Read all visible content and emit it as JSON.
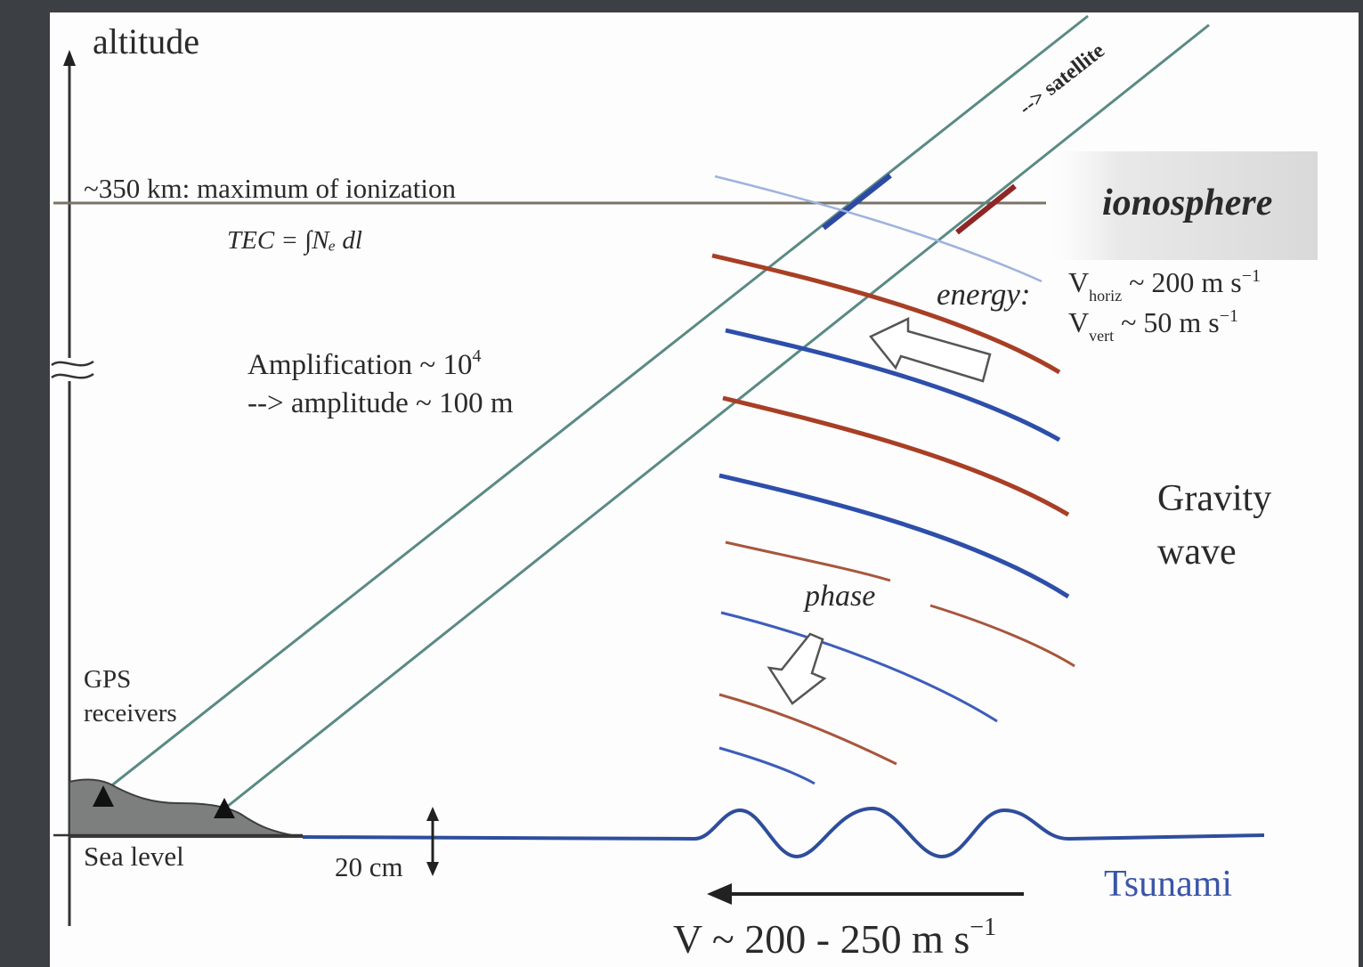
{
  "axis": {
    "label": "altitude"
  },
  "labels": {
    "max_ionization": "~350 km: maximum of ionization",
    "tec_formula": "TEC = ∫Nₑ dl",
    "ionosphere": "ionosphere",
    "satellite": "--> satellite",
    "energy": "energy:",
    "v_horiz": "V",
    "v_horiz_sub": "horiz",
    "v_horiz_value": " ~ 200 m s",
    "v_horiz_sup": "−1",
    "v_vert": "V",
    "v_vert_sub": "vert",
    "v_vert_value": " ~ 50 m s",
    "v_vert_sup": "−1",
    "amplification": "Amplification ~ 10",
    "amplification_sup": "4",
    "amplitude": "--> amplitude ~ 100 m",
    "gravity_wave_line1": "Gravity",
    "gravity_wave_line2": "wave",
    "phase": "phase",
    "gps_receivers_line1": "GPS",
    "gps_receivers_line2": "receivers",
    "sea_level": "Sea level",
    "tsunami_height": "20 cm",
    "tsunami": "Tsunami",
    "tsunami_speed": "V ~ 200 - 250 m s",
    "tsunami_speed_sup": "−1"
  },
  "colors": {
    "red_wave": "#a83f25",
    "blue_wave": "#2d4eaa",
    "tsunami_blue": "#2e4d9c",
    "tsunami_label": "#3a55a8",
    "ray_line": "#5a8a84",
    "land": "#7d7f7f"
  }
}
